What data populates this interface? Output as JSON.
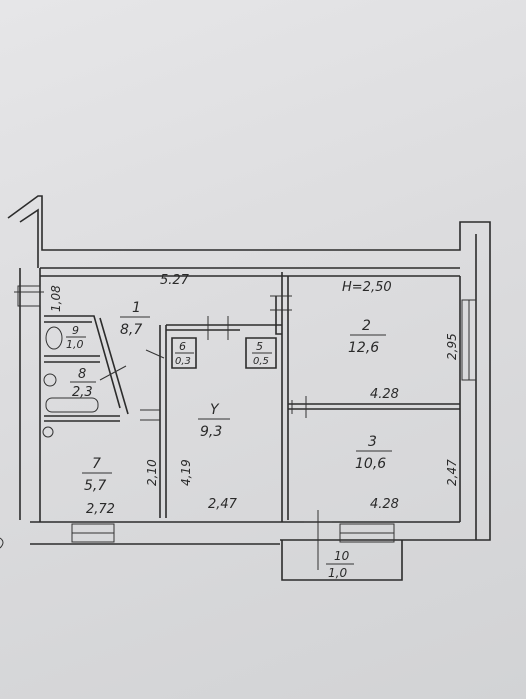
{
  "plan": {
    "ceiling_height": "H=2,50",
    "dimensions": {
      "top_left_width": "5.27",
      "left_wall": "1,08",
      "room2_width": "4.28",
      "room2_right": "2,95",
      "room3_width": "4.28",
      "room3_right": "2,47",
      "room7_width": "2,72",
      "room7_height": "2,10",
      "room4_height": "4,19",
      "room4_width": "2,47"
    },
    "rooms": [
      {
        "number": "1",
        "area": "8,7"
      },
      {
        "number": "2",
        "area": "12,6"
      },
      {
        "number": "3",
        "area": "10,6"
      },
      {
        "number": "Y",
        "area": "9,3"
      },
      {
        "number": "5",
        "area": "0,5"
      },
      {
        "number": "6",
        "area": "0,3"
      },
      {
        "number": "7",
        "area": "5,7"
      },
      {
        "number": "8",
        "area": "2,3"
      },
      {
        "number": "9",
        "area": "1,0"
      },
      {
        "number": "10",
        "area": "1,0"
      }
    ]
  }
}
